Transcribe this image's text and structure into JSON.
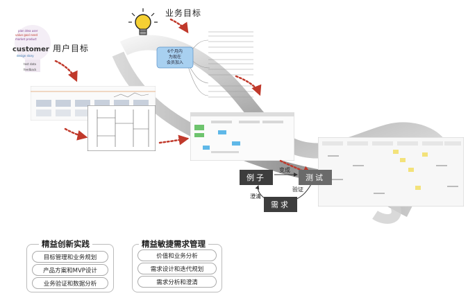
{
  "labels": {
    "user_goal": "用户目标",
    "business_goal": "业务目标",
    "cloud_word": "customer"
  },
  "mindmap": {
    "center_lines": [
      "6个月内",
      "为现在",
      "会员加入"
    ]
  },
  "flow": {
    "example": "例子",
    "test": "测试",
    "requirement": "需求",
    "edge_example_test": "变成",
    "edge_test_requirement": "验证",
    "edge_requirement_example": "澄清"
  },
  "groups": [
    {
      "title": "精益创新实践",
      "items": [
        "目标管理和业务规划",
        "产品方案和MVP设计",
        "业务验证和数据分析"
      ]
    },
    {
      "title": "精益敏捷需求管理",
      "items": [
        "价值和业务分析",
        "需求设计和迭代规划",
        "需求分析和澄清"
      ]
    }
  ],
  "colors": {
    "arrow": "#c0392b",
    "ribbon_dark": "#8a8a8a",
    "ribbon_light": "#e6e6e6",
    "node": "#3d3d3d"
  }
}
